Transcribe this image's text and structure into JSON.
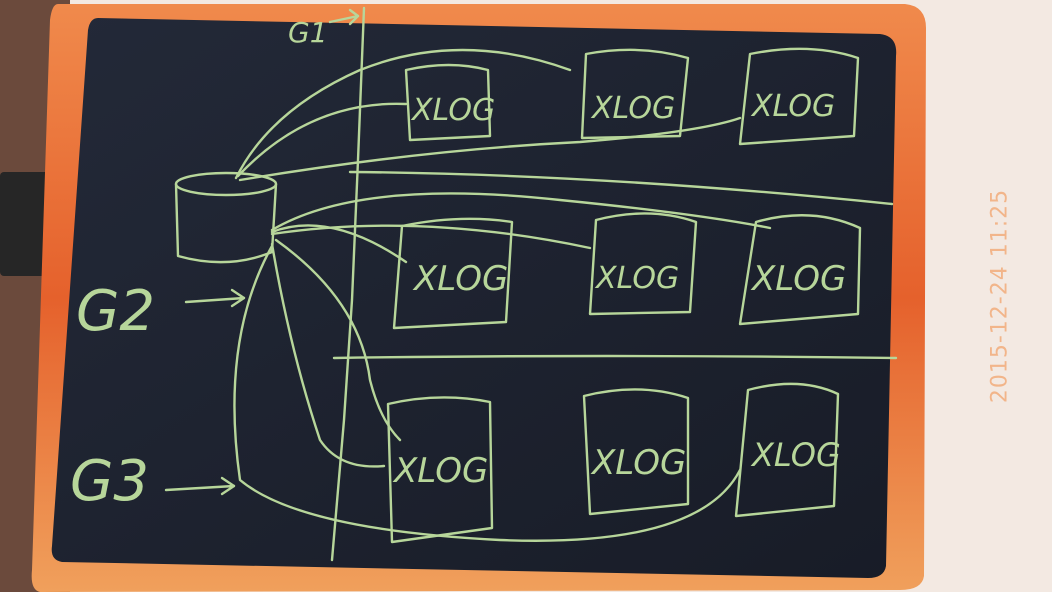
{
  "photo_timestamp": "2015-12-24 11:25",
  "board": {
    "screen_color": "#1d2230",
    "frame_color": "#e5612c",
    "ink_color": "#b7d69a"
  },
  "diagram": {
    "group_labels": [
      "G1",
      "G2",
      "G3"
    ],
    "database_icon": "cylinder-icon",
    "box_label": "XLOG",
    "rows": [
      [
        "XLOG",
        "XLOG",
        "XLOG"
      ],
      [
        "XLOG",
        "XLOG",
        "XLOG"
      ],
      [
        "XLOG",
        "XLOG",
        "XLOG"
      ]
    ]
  }
}
